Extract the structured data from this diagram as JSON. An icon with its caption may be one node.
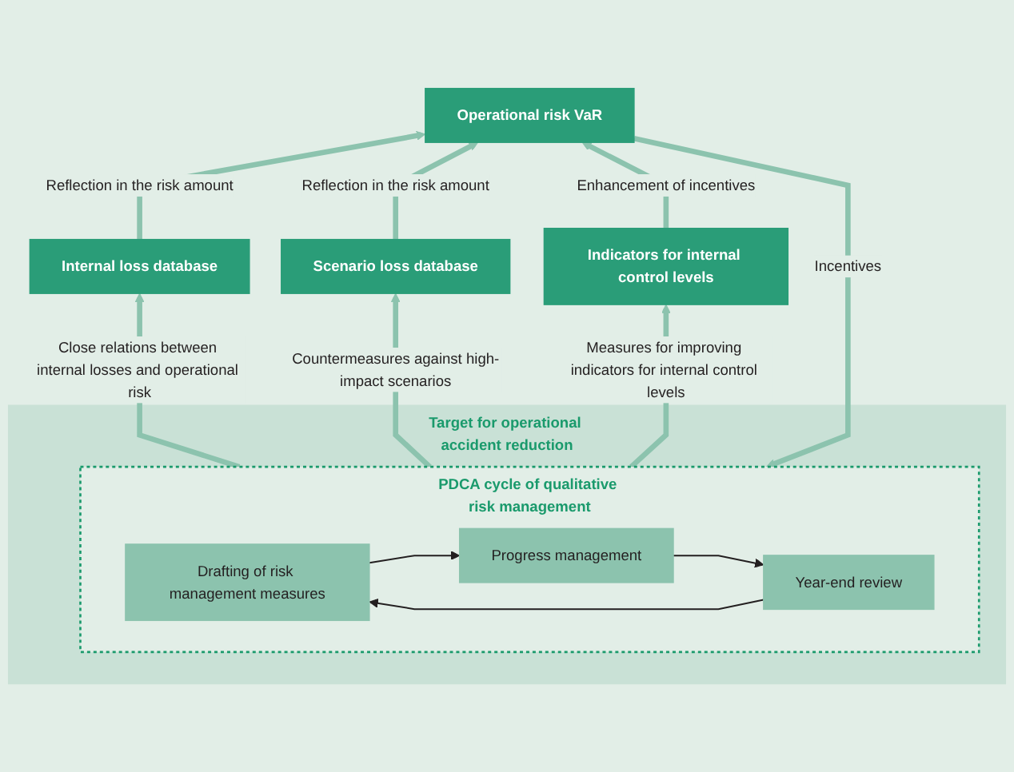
{
  "diagram": {
    "nodes": [
      {
        "text": [
          "Internal loss database"
        ]
      },
      {
        "text": [
          "Scenario loss database"
        ]
      },
      {
        "text": [
          "Indicators for internal control levels"
        ]
      },
      {
        "text": [
          "Operational risk VaR"
        ]
      },
      {
        "text": [
          "Target for operational accident reduction"
        ]
      },
      {
        "text": [
          "PDCA cycle of qualitative risk management"
        ],
        "in": 4
      },
      {
        "text": [
          "Drafting of risk management measures"
        ],
        "in": 5
      },
      {
        "text": [
          "Progress management"
        ],
        "in": 5
      },
      {
        "text": [
          "Year-end review"
        ],
        "in": 5
      }
    ],
    "edges": [
      {
        "from": 5,
        "to": 0,
        "arrow": "to",
        "label": "Close relations between internal losses and operational risk"
      },
      {
        "from": 5,
        "to": 1,
        "arrow": "to",
        "label": "Countermeasures against high-impact scenarios"
      },
      {
        "from": 5,
        "to": 2,
        "arrow": "to",
        "label": "Measures for improving indicators for internal control levels"
      },
      {
        "from": 0,
        "to": 3,
        "arrow": "to",
        "label": "Reflection in the risk amount"
      },
      {
        "from": 1,
        "to": 3,
        "arrow": "to",
        "label": "Reflection in the risk amount"
      },
      {
        "from": 2,
        "to": 3,
        "arrow": "to",
        "label": "Enhancement of incentives"
      },
      {
        "from": 3,
        "to": 5,
        "arrow": "to",
        "label": "Incentives"
      },
      {
        "from": 6,
        "to": 7,
        "arrow": "to",
        "color": "#231f20"
      },
      {
        "from": 7,
        "to": 8,
        "arrow": "to",
        "color": "#231f20"
      },
      {
        "from": 8,
        "to": 6,
        "arrow": "to",
        "color": "#231f20"
      }
    ]
  }
}
